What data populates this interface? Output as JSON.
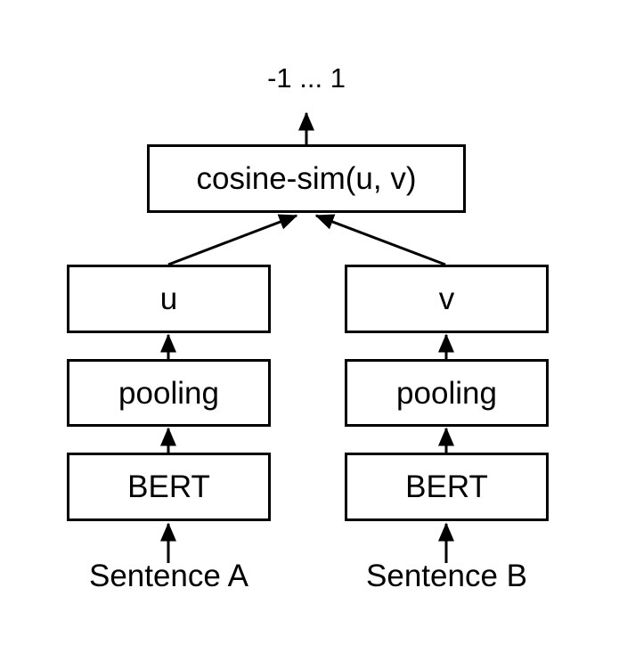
{
  "diagram": {
    "output_range_label": "-1 ... 1",
    "similarity_node": "cosine-sim(u, v)",
    "left_branch": {
      "embedding": "u",
      "pooling": "pooling",
      "encoder": "BERT",
      "input": "Sentence A"
    },
    "right_branch": {
      "embedding": "v",
      "pooling": "pooling",
      "encoder": "BERT",
      "input": "Sentence B"
    },
    "edges": [
      {
        "from": "Sentence A",
        "to": "BERT (left)"
      },
      {
        "from": "BERT (left)",
        "to": "pooling (left)"
      },
      {
        "from": "pooling (left)",
        "to": "u"
      },
      {
        "from": "u",
        "to": "cosine-sim(u, v)"
      },
      {
        "from": "Sentence B",
        "to": "BERT (right)"
      },
      {
        "from": "BERT (right)",
        "to": "pooling (right)"
      },
      {
        "from": "pooling (right)",
        "to": "v"
      },
      {
        "from": "v",
        "to": "cosine-sim(u, v)"
      },
      {
        "from": "cosine-sim(u, v)",
        "to": "-1 ... 1"
      }
    ],
    "colors": {
      "stroke": "#000000",
      "background": "#ffffff",
      "text": "#000000"
    }
  }
}
